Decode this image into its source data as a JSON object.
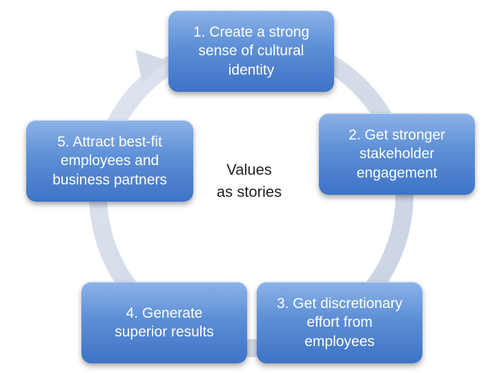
{
  "diagram": {
    "type": "cycle",
    "center": {
      "line1": "Values",
      "line2": "as stories"
    },
    "nodes": [
      {
        "lines": [
          "1. Create a strong",
          "sense of cultural",
          "identity"
        ]
      },
      {
        "lines": [
          "2. Get stronger",
          "stakeholder",
          "engagement"
        ]
      },
      {
        "lines": [
          "3. Get discretionary",
          "effort from",
          "employees"
        ]
      },
      {
        "lines": [
          "4. Generate",
          "superior results"
        ]
      },
      {
        "lines": [
          "5. Attract best-fit",
          "employees and",
          "business partners"
        ]
      }
    ],
    "colors": {
      "node_top": "#8db3e8",
      "node_bottom": "#3e73c6",
      "ring": "#d4dbe8",
      "text": "#ffffff"
    }
  }
}
